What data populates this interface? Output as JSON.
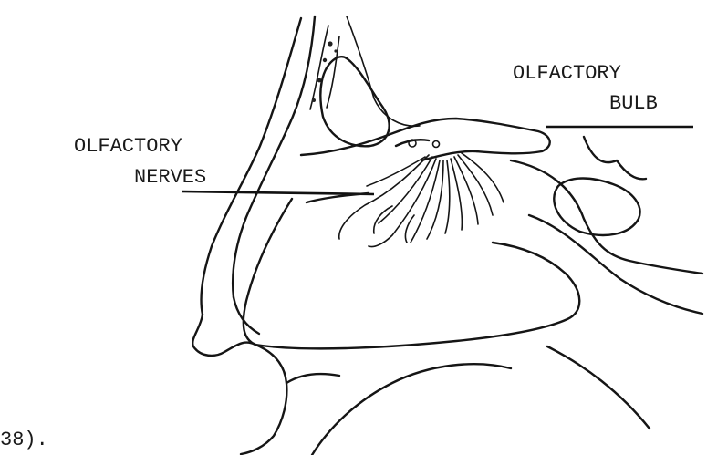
{
  "labels": {
    "bulb_line1": "OLFACTORY",
    "bulb_line2": "BULB",
    "nerves_line1": "OLFACTORY",
    "nerves_line2": "NERVES",
    "caption_fragment": "38)."
  }
}
